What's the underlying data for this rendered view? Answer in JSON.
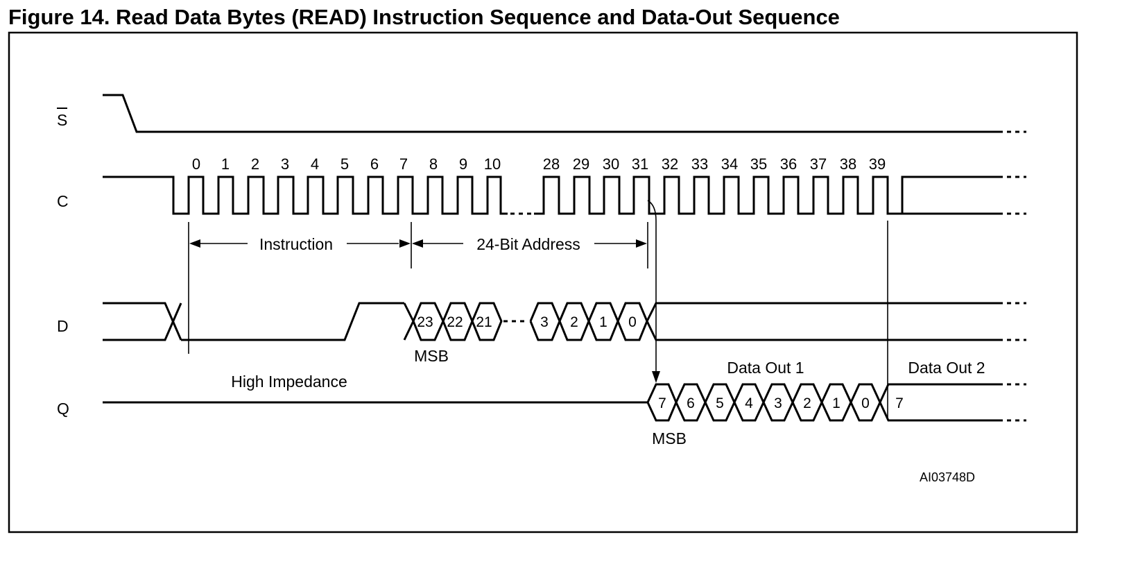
{
  "figure": {
    "title": "Figure 14. Read Data Bytes (READ) Instruction Sequence and Data-Out Sequence",
    "id_code": "AI03748D"
  },
  "signals": {
    "s": "S",
    "c": "C",
    "d": "D",
    "q": "Q"
  },
  "clock_counts": {
    "group1": [
      "0",
      "1",
      "2",
      "3",
      "4",
      "5",
      "6",
      "7",
      "8",
      "9",
      "10"
    ],
    "group2": [
      "28",
      "29",
      "30",
      "31",
      "32",
      "33",
      "34",
      "35",
      "36",
      "37",
      "38",
      "39"
    ]
  },
  "annotations": {
    "instruction": "Instruction",
    "address": "24-Bit Address",
    "d_msb": "MSB",
    "q_msb": "MSB",
    "high_impedance": "High Impedance",
    "data_out_1": "Data Out 1",
    "data_out_2": "Data Out 2"
  },
  "d_bits": {
    "first": [
      "23",
      "22",
      "21"
    ],
    "last": [
      "3",
      "2",
      "1",
      "0"
    ]
  },
  "q_bits": {
    "byte1": [
      "7",
      "6",
      "5",
      "4",
      "3",
      "2",
      "1",
      "0"
    ],
    "byte2_first": "7"
  }
}
